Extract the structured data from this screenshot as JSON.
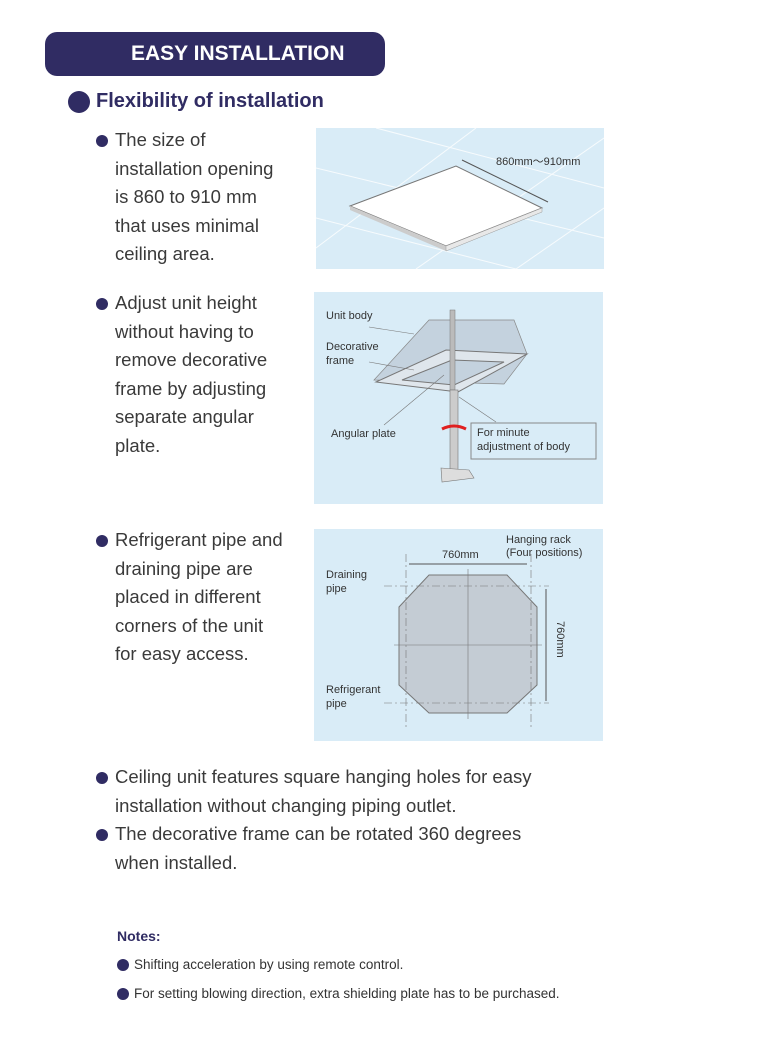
{
  "banner": "EASY INSTALLATION",
  "section_title": "Flexibility of installation",
  "bullets": [
    "The size of\ninstallation opening\nis 860 to 910 mm\nthat uses minimal\nceiling area.",
    "Adjust unit height\nwithout having to\nremove decorative\nframe by adjusting\nseparate angular\nplate.",
    "Refrigerant pipe and\ndraining pipe are\nplaced in different\ncorners of the unit\nfor easy access.",
    "Ceiling unit features square hanging holes for easy\ninstallation without changing piping outlet.",
    "The decorative frame can be rotated 360 degrees\nwhen installed."
  ],
  "figures": {
    "opening": {
      "dimension": "860mm～910mm"
    },
    "height": {
      "unit_body": "Unit body",
      "decorative": "Decorative",
      "frame": "frame",
      "angular_plate": "Angular plate",
      "minute1": "For minute",
      "minute2": "adjustment of body"
    },
    "pipes": {
      "width": "760mm",
      "height": "760mm",
      "rack1": "Hanging rack",
      "rack2": "(Four positions)",
      "drain1": "Draining",
      "drain2": "pipe",
      "refr1": "Refrigerant",
      "refr2": "pipe"
    }
  },
  "notes": {
    "title": "Notes:",
    "items": [
      "Shifting acceleration by using remote control.",
      "For setting blowing direction, extra shielding plate has to be purchased."
    ]
  }
}
